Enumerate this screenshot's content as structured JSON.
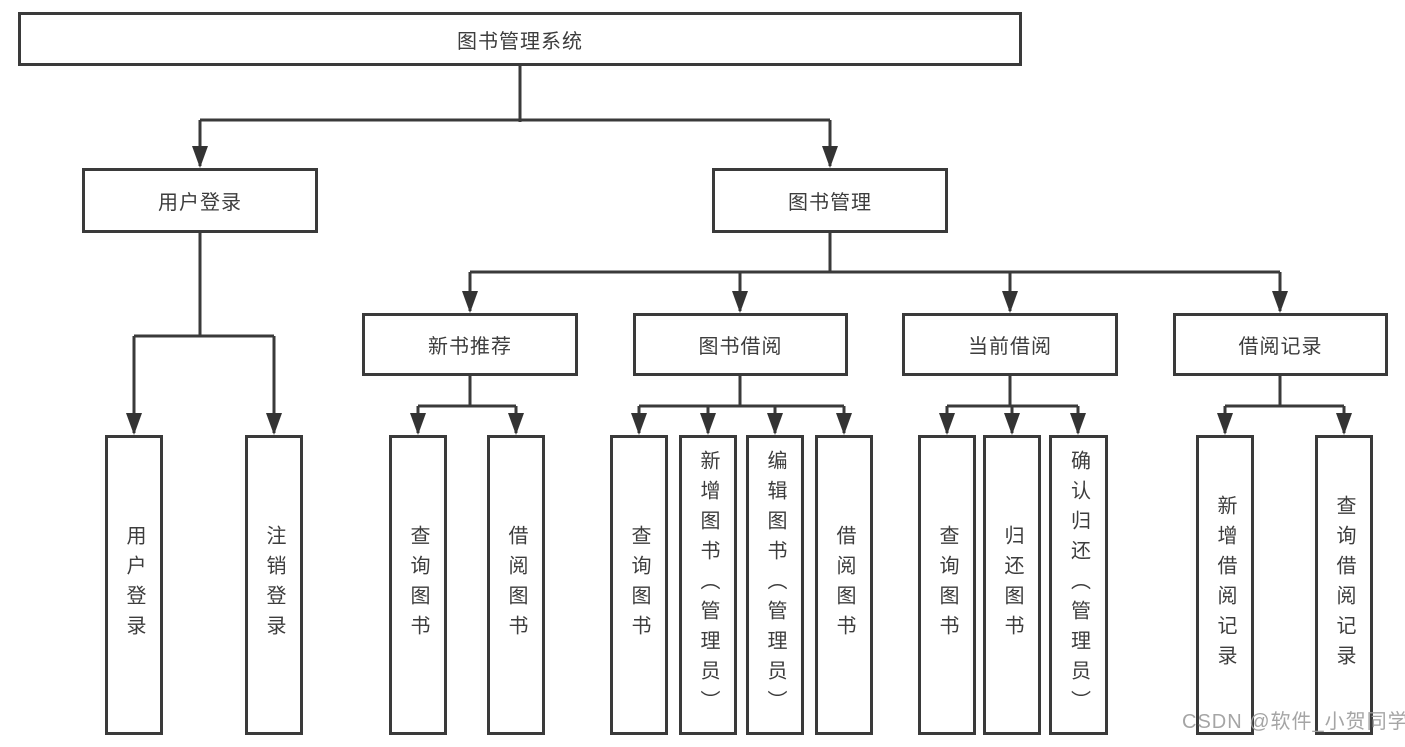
{
  "diagram": {
    "type": "hierarchy-tree",
    "tree": {
      "label": "图书管理系统",
      "children": [
        {
          "label": "用户登录",
          "children": [
            {
              "label": "用户登录"
            },
            {
              "label": "注销登录"
            }
          ]
        },
        {
          "label": "图书管理",
          "children": [
            {
              "label": "新书推荐",
              "children": [
                {
                  "label": "查询图书"
                },
                {
                  "label": "借阅图书"
                }
              ]
            },
            {
              "label": "图书借阅",
              "children": [
                {
                  "label": "查询图书"
                },
                {
                  "label": "新增图书（管理员）"
                },
                {
                  "label": "编辑图书（管理员）"
                },
                {
                  "label": "借阅图书"
                }
              ]
            },
            {
              "label": "当前借阅",
              "children": [
                {
                  "label": "查询图书"
                },
                {
                  "label": "归还图书"
                },
                {
                  "label": "确认归还（管理员）"
                }
              ]
            },
            {
              "label": "借阅记录",
              "children": [
                {
                  "label": "新增借阅记录"
                },
                {
                  "label": "查询借阅记录"
                }
              ]
            }
          ]
        }
      ]
    }
  },
  "watermark": "CSDN @软件_小贺同学",
  "colors": {
    "line": "#3a3a3a",
    "box_border": "#3a3a3a",
    "box_fill": "#ffffff",
    "text": "#3d3d3d",
    "watermark": "#9e9e9e",
    "background": "#ffffff"
  }
}
